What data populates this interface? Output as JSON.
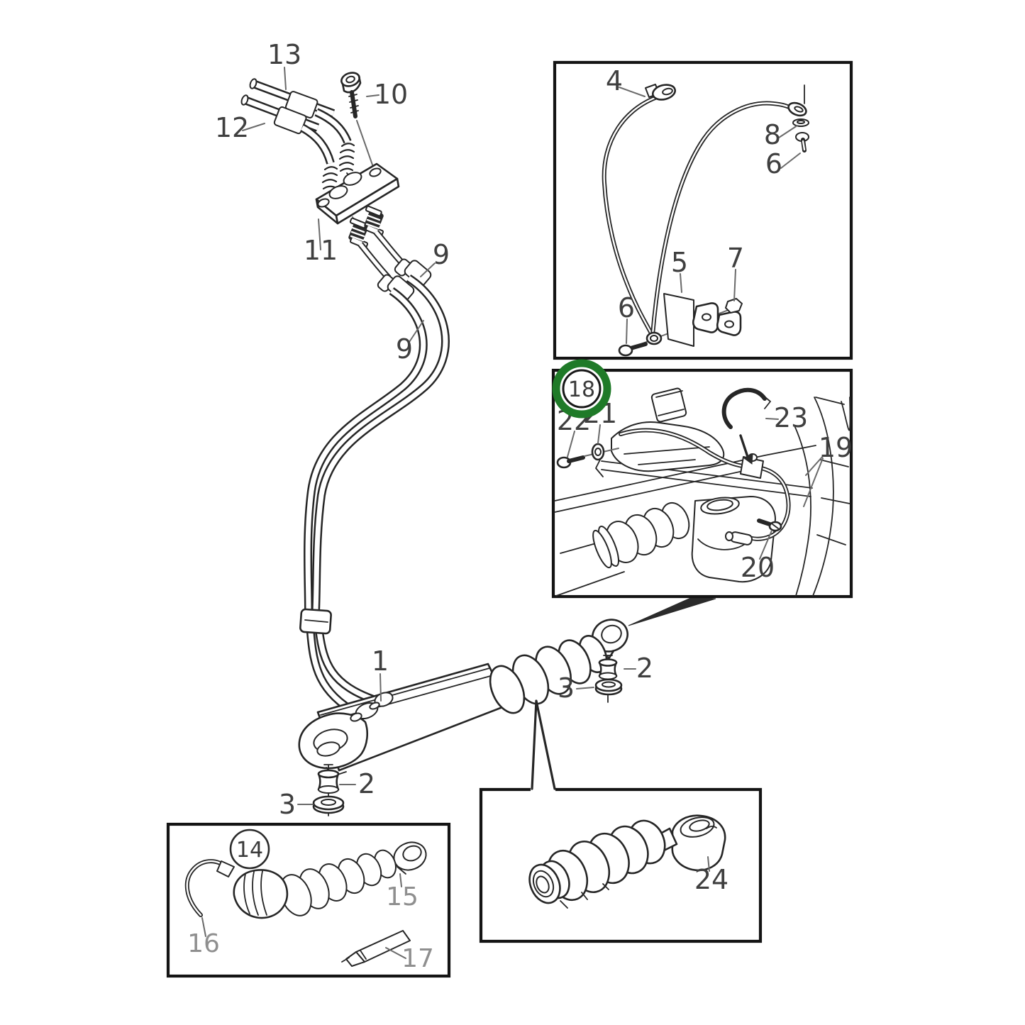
{
  "figure": {
    "kind": "exploded-parts-diagram",
    "background": "#ffffff",
    "line_color": "#262626",
    "box_border_color": "#141414",
    "label_color": "#3f3f3f",
    "muted_label_color": "#8f8f8f",
    "highlight_ring_color": "#1f7a28"
  },
  "labels": {
    "l1": "1",
    "l2_left": "2",
    "l2_right": "2",
    "l3_left": "3",
    "l3_right": "3",
    "l4": "4",
    "l5": "5",
    "l6_right": "6",
    "l6_bottom": "6",
    "l7": "7",
    "l8": "8",
    "l9_upper": "9",
    "l9_lower": "9",
    "l10": "10",
    "l11": "11",
    "l12": "12",
    "l13": "13",
    "l14": "14",
    "l15": "15",
    "l16": "16",
    "l17": "17",
    "l18": "18",
    "l19": "19",
    "l20": "20",
    "l21": "21",
    "l22": "22",
    "l23": "23",
    "l24": "24"
  },
  "callout_groups": {
    "main_assembly": [
      "13",
      "12",
      "10",
      "11",
      "9",
      "9",
      "1",
      "2",
      "3",
      "2",
      "3"
    ],
    "inset_top_right": [
      "4",
      "8",
      "6",
      "5",
      "7",
      "6"
    ],
    "inset_middle_right": [
      "18",
      "22",
      "21",
      "23",
      "19",
      "20"
    ],
    "inset_bottom_left": [
      "14",
      "16",
      "15",
      "17"
    ],
    "inset_bottom_right": [
      "24"
    ]
  },
  "circled_callouts": [
    "14",
    "18"
  ],
  "highlighted_callout": "18",
  "muted_callouts": [
    "15",
    "16",
    "17"
  ]
}
